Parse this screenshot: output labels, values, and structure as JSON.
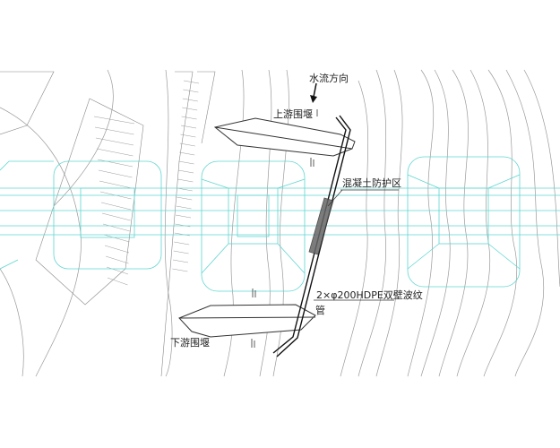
{
  "labels": {
    "flow_direction": "水流方向",
    "upstream_cofferdam": "上游围堰",
    "concrete_protection_zone": "混凝土防护区",
    "pipe_spec_line1": "2×φ200HDPE双壁波纹",
    "pipe_spec_line2": "管",
    "downstream_cofferdam": "下游围堰"
  },
  "colors": {
    "linework": "#333333",
    "contours": "#9a9a9a",
    "road_design": "#5fd6d0",
    "concrete_zone": "#555555"
  }
}
